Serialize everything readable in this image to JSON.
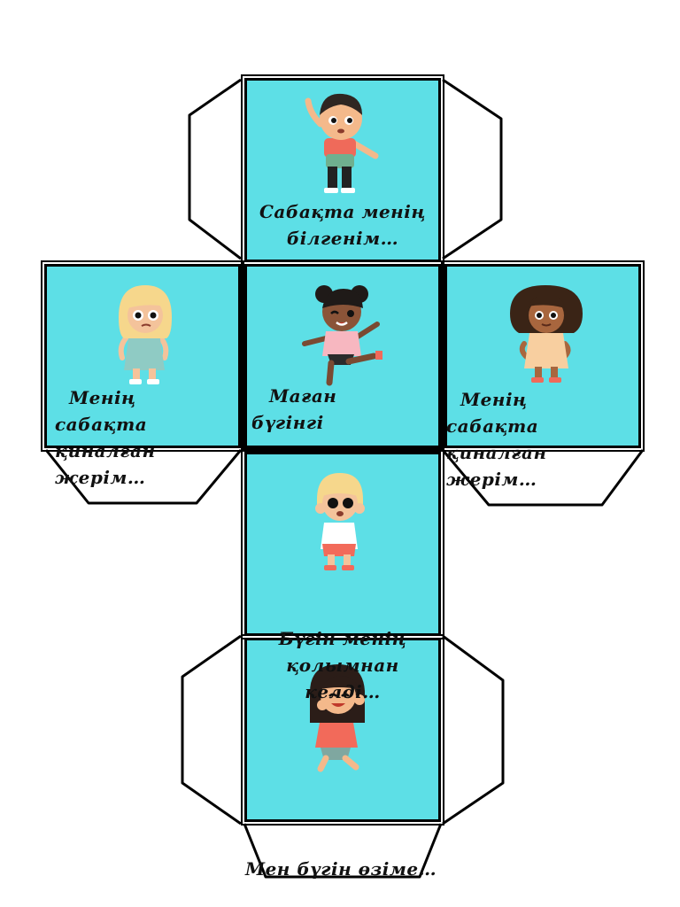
{
  "faces": {
    "top": {
      "caption": "Сабақта менің\nбілгенім…"
    },
    "left": {
      "caption": "Менің\nсабақта\nқиналған\nжерім…"
    },
    "center": {
      "caption": "Маған\nбүгінгі"
    },
    "right": {
      "caption": "Менің\nсабақта\nқиналған\nжерім…"
    },
    "lower": {
      "caption": "Бүгін менің\nқолымнан\nкелді…"
    },
    "bottom": {
      "caption": "Мен бүгін өзіме…"
    }
  },
  "colors": {
    "face_fill": "#5ddfe6",
    "outline": "#000000",
    "background": "#ffffff"
  },
  "icons": [
    "waving-boy-icon",
    "blonde-girl-icon",
    "dancing-girl-icon",
    "curly-girl-icon",
    "excited-girl-icon",
    "laughing-girl-icon"
  ]
}
